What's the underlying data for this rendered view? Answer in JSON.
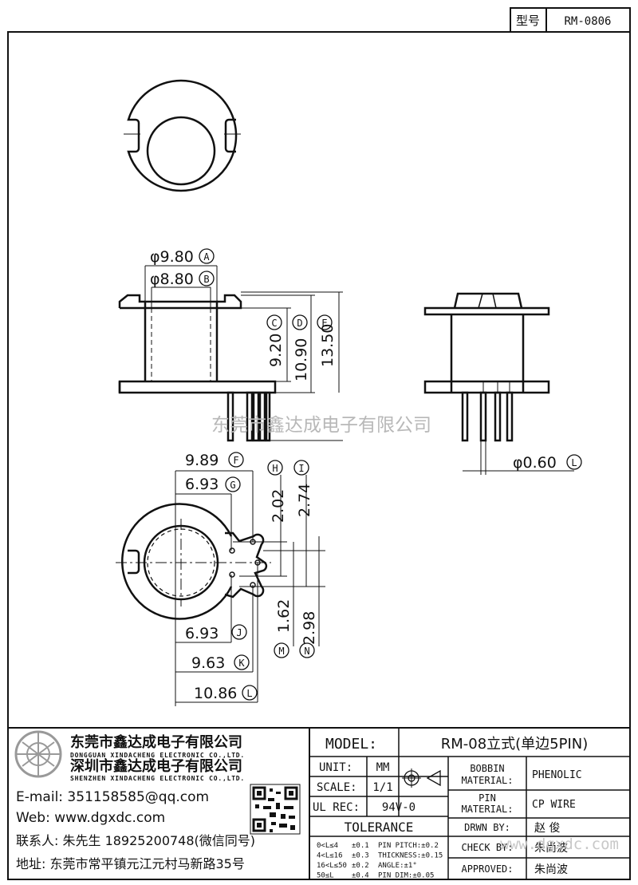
{
  "header": {
    "type_label": "型号",
    "type_value": "RM-0806"
  },
  "watermark": "东莞市鑫达成电子有限公司",
  "side_view_dims": {
    "d_a": "φ9.80",
    "d_a_tag": "A",
    "d_b": "φ8.80",
    "d_b_tag": "B",
    "h_c": "9.20",
    "h_c_tag": "C",
    "h_d": "10.90",
    "h_d_tag": "D",
    "h_e": "13.50",
    "h_e_tag": "E"
  },
  "pin_dim": {
    "value": "φ0.60",
    "tag": "L"
  },
  "bottom_view_dims": {
    "f": "9.89",
    "f_tag": "F",
    "g": "6.93",
    "g_tag": "G",
    "h": "2.02",
    "h_tag": "H",
    "i": "2.74",
    "i_tag": "I",
    "j": "6.93",
    "j_tag": "J",
    "k": "9.63",
    "k_tag": "K",
    "l": "10.86",
    "l_tag": "L",
    "m": "1.62",
    "m_tag": "M",
    "n": "2.98",
    "n_tag": "N"
  },
  "company": {
    "name_dg": "东莞市鑫达成电子有限公司",
    "name_dg_en": "DONGGUAN XINDACHENG ELECTRONIC CO.,LTD.",
    "name_sz": "深圳市鑫达成电子有限公司",
    "name_sz_en": "SHENZHEN XINDACHENG ELECTRONIC CO.,LTD.",
    "email": "E-mail: 351158585@qq.com",
    "web": "Web: www.dgxdc.com",
    "contact": "联系人: 朱先生 18925200748(微信同号)",
    "address": "地址: 东莞市常平镇元江元村马新路35号"
  },
  "title_block": {
    "model_label": "MODEL:",
    "model_value": "RM-08立式(单边5PIN)",
    "unit_label": "UNIT:",
    "unit_value": "MM",
    "scale_label": "SCALE:",
    "scale_value": "1/1",
    "ulrec_label": "UL REC:",
    "ulrec_value": "94V-0",
    "tolerance_label": "TOLERANCE",
    "bobbin_label_1": "BOBBIN",
    "bobbin_label_2": "MATERIAL:",
    "bobbin_value": "PHENOLIC",
    "pin_label_1": "PIN",
    "pin_label_2": "MATERIAL:",
    "pin_value": "CP WIRE",
    "drawn_label": "DRWN BY:",
    "drawn_value": "赵  俊",
    "check_label": "CHECK BY:",
    "check_value": "朱尚波",
    "approved_label": "APPROVED:",
    "approved_value": "朱尚波",
    "tol_rows": [
      {
        "range": "0<L≤4",
        "tol": "±0.1",
        "spec": "PIN PITCH:±0.2"
      },
      {
        "range": "4<L≤16",
        "tol": "±0.3",
        "spec": "THICKNESS:±0.15"
      },
      {
        "range": "16<L≤50",
        "tol": "±0.2",
        "spec": "ANGLE:±1°"
      },
      {
        "range": "50≤L",
        "tol": "±0.4",
        "spec": "PIN DIM:±0.05"
      }
    ]
  },
  "site_watermark": "www.dgxdc.com"
}
